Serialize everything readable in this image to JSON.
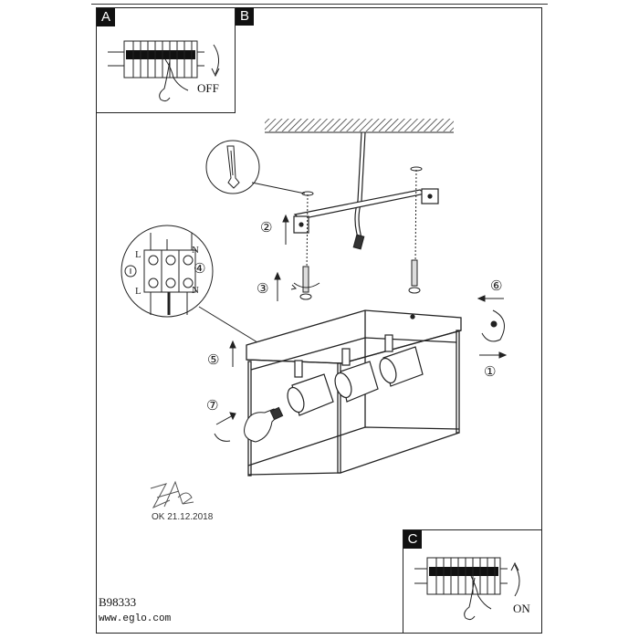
{
  "panels": {
    "a": {
      "label": "A",
      "action": "OFF"
    },
    "b": {
      "label": "B"
    },
    "c": {
      "label": "C",
      "action": "ON"
    }
  },
  "steps": [
    "①",
    "②",
    "③",
    "④",
    "⑤",
    "⑥",
    "⑦"
  ],
  "wiring": {
    "live": "L",
    "neutral": "N"
  },
  "approval": {
    "signature_text": "signature",
    "date": "OK 21.12.2018"
  },
  "footer": {
    "model": "B98333",
    "website": "www.eglo.com"
  }
}
